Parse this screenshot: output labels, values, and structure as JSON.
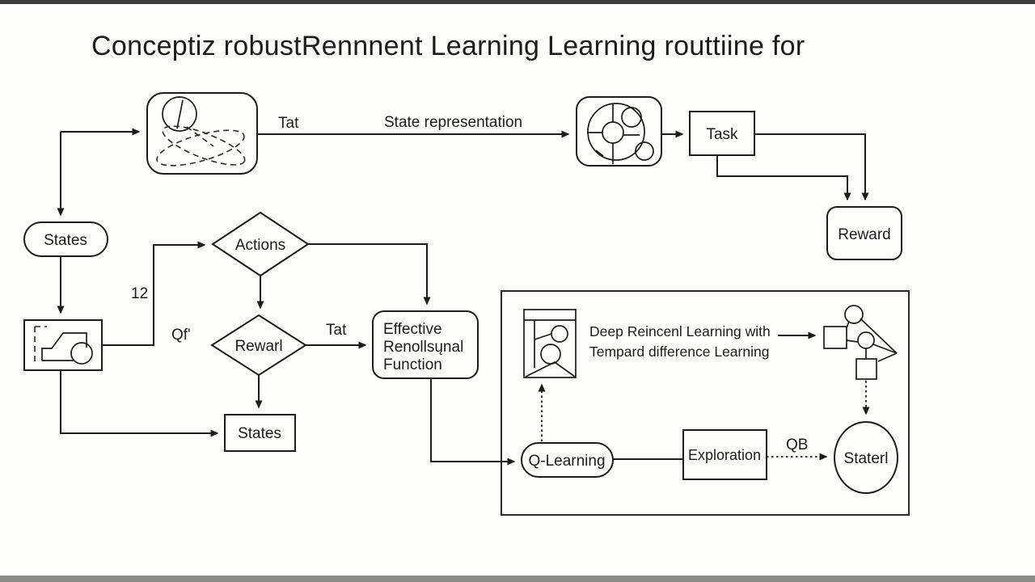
{
  "title": "Conceptiz robustRennnent Learning Learning routtiine for",
  "colors": {
    "background": "#fcfcfa",
    "ink": "#1c1c1c",
    "bar_top": "#3f3f3f",
    "bar_bottom": "#8b8b86"
  },
  "nodes": {
    "states_pill": "States",
    "task": "Task",
    "reward": "Reward",
    "actions": "Actions",
    "rewarl": "Rewarl",
    "effective_function_line1": "Effective",
    "effective_function_line2": "Renollsųnal",
    "effective_function_line3": "Function",
    "states_box": "States",
    "q_learning": "Q-Learning",
    "exploration": "Exploration",
    "staterl": "Staterl"
  },
  "edge_labels": {
    "tat_top": "Tat",
    "state_representation": "State representation",
    "twelve": "12",
    "qf": "Qf'",
    "tat_mid": "Tat",
    "qb": "QB"
  },
  "panel_caption": {
    "line1": "Deep Reincenl Learning with",
    "line2": "Tempard difference Learning"
  },
  "icons": {
    "environment": "trajectory-scribble-icon",
    "sensor": "gauge-dial-icon",
    "agent": "vehicle-icon",
    "deep_model": "doorway-figures-icon",
    "network": "graph-network-icon"
  }
}
